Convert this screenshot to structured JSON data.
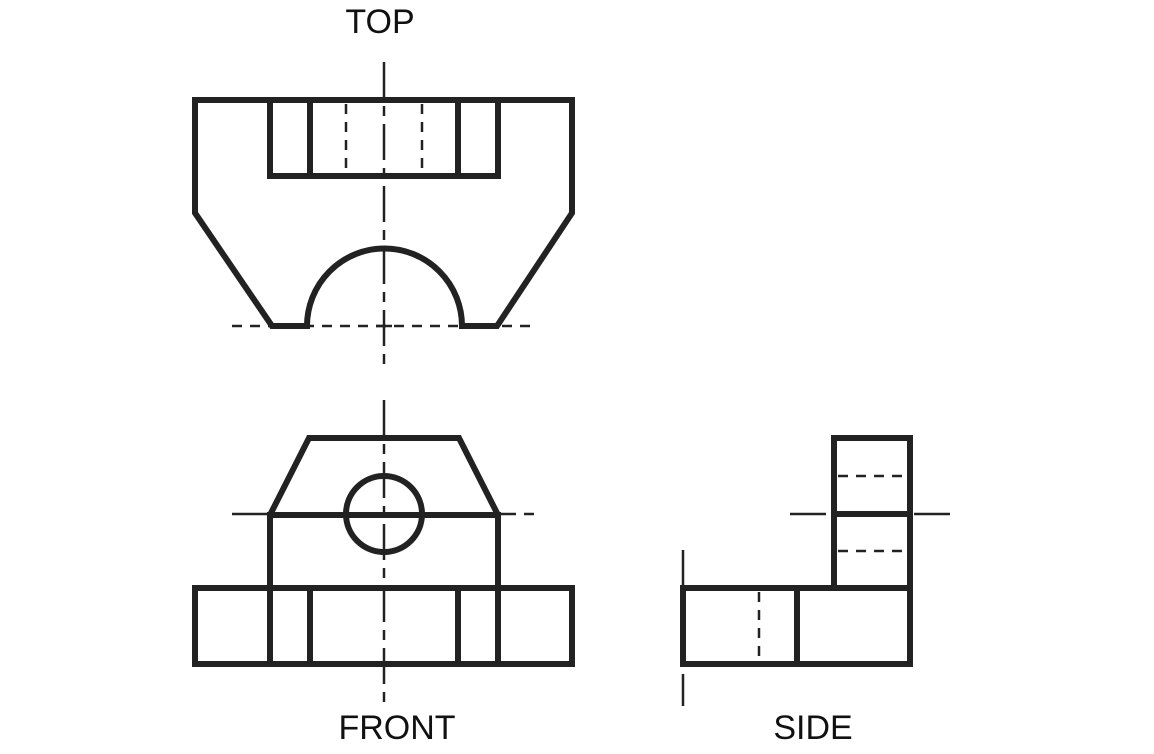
{
  "views": {
    "top": {
      "label": "TOP"
    },
    "front": {
      "label": "FRONT"
    },
    "side": {
      "label": "SIDE"
    }
  },
  "line_color": "#222222",
  "background": "#ffffff"
}
